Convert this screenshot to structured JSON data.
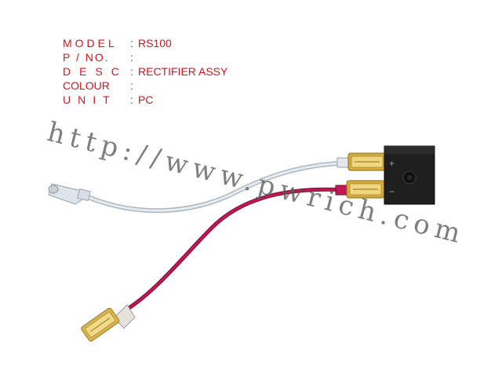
{
  "spec_sheet": {
    "rows": [
      {
        "label": "MODEL",
        "value": "RS100"
      },
      {
        "label": "P / NO.",
        "value": ""
      },
      {
        "label": "DESC",
        "value": "RECTIFIER ASSY"
      },
      {
        "label": "COLOUR",
        "value": ""
      },
      {
        "label": "UNIT",
        "value": "PC"
      }
    ],
    "separator": ":"
  },
  "watermark": {
    "text": "http://www.pwrich.com"
  },
  "photo": {
    "rectifier_polarity_top": "+",
    "rectifier_polarity_bottom": "−"
  },
  "colors": {
    "label_red": "#d8121a",
    "wire_red": "#a8124a",
    "wire_white": "#d8e2ea",
    "rectifier_body": "#1e1e1e",
    "brass": "#c9a640"
  }
}
